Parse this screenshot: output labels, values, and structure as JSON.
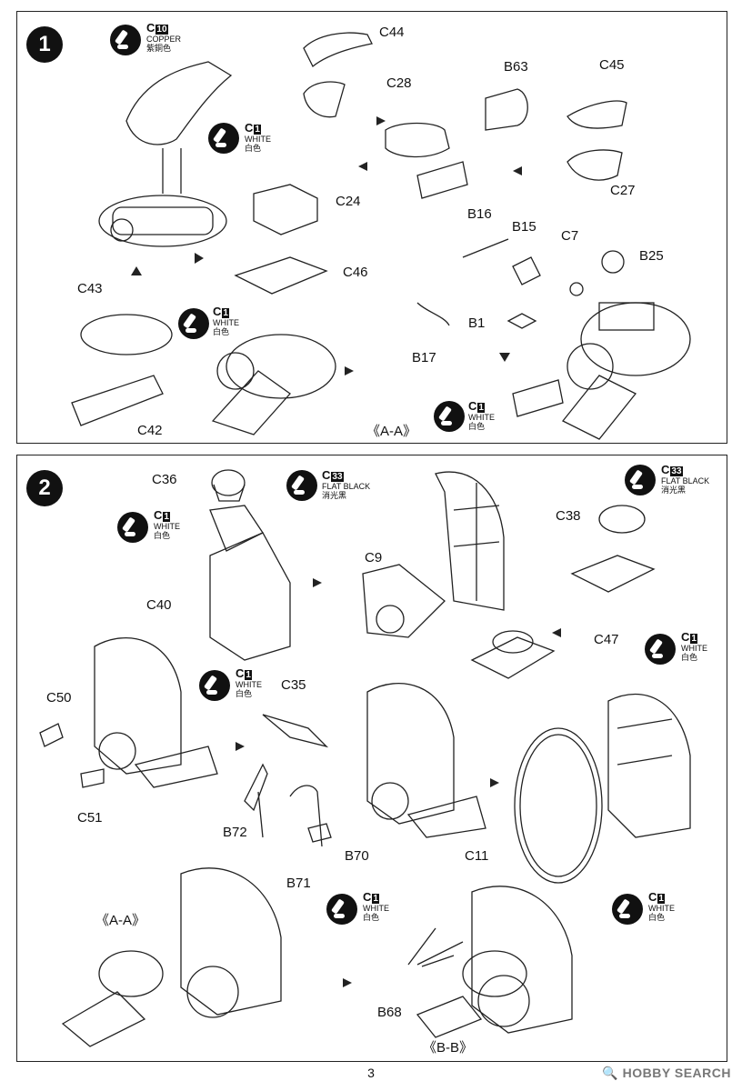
{
  "page_number": "3",
  "watermark": "HOBBY SEARCH",
  "steps": [
    "1",
    "2"
  ],
  "paints": {
    "copper": {
      "code": "C",
      "num": "10",
      "en": "COPPER",
      "cn": "紫銅色"
    },
    "white": {
      "code": "C",
      "num": "1",
      "en": "WHITE",
      "cn": "白色"
    },
    "flat_black": {
      "code": "C",
      "num": "33",
      "en": "FLAT BLACK",
      "cn": "消光黑"
    }
  },
  "step1": {
    "parts": [
      "C44",
      "C28",
      "B63",
      "C45",
      "C27",
      "C24",
      "C46",
      "B16",
      "B15",
      "C7",
      "B25",
      "C43",
      "C42",
      "B1",
      "B17"
    ],
    "view": "《A-A》"
  },
  "step2": {
    "parts": [
      "C36",
      "C9",
      "C38",
      "C40",
      "C47",
      "C50",
      "C35",
      "C51",
      "B72",
      "B70",
      "B71",
      "C11",
      "B68"
    ],
    "view_a": "《A-A》",
    "view_b": "《B-B》"
  }
}
